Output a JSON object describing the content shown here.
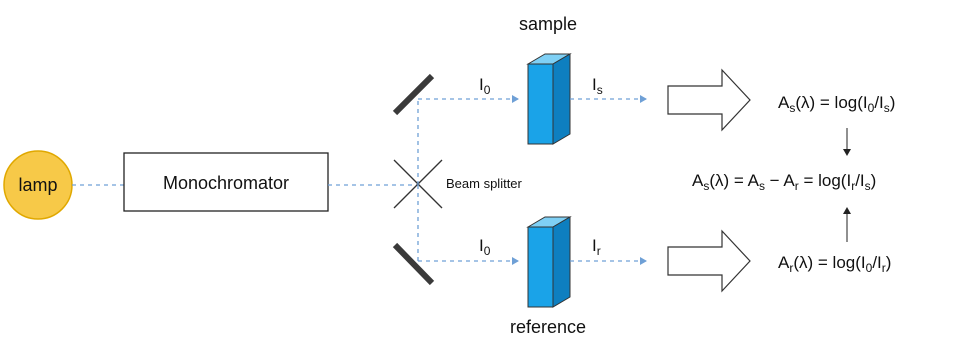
{
  "lamp": {
    "label": "lamp"
  },
  "monochromator": {
    "label": "Monochromator"
  },
  "beam_splitter": {
    "label": "Beam splitter"
  },
  "sample_path": {
    "title": "sample",
    "incident": {
      "main": "I",
      "sub": "0"
    },
    "transmitted": {
      "main": "I",
      "sub": "s"
    }
  },
  "reference_path": {
    "title": "reference",
    "incident": {
      "main": "I",
      "sub": "0"
    },
    "transmitted": {
      "main": "I",
      "sub": "r"
    }
  },
  "equations": {
    "sample": {
      "lhs_main": "A",
      "lhs_sub": "s",
      "lhs_arg": "(λ) = log(I",
      "num_sub": "0",
      "slash": "/I",
      "den_sub": "s",
      "close": ")"
    },
    "result": {
      "lhs_main": "A",
      "lhs_sub": "s",
      "mid1": "(λ) = A",
      "mid1_sub": "s",
      "minus": " − A",
      "minus_sub": "r",
      "rhs": " = log(I",
      "rhs_sub1": "r",
      "slash": "/I",
      "rhs_sub2": "s",
      "close": ")"
    },
    "reference": {
      "lhs_main": "A",
      "lhs_sub": "r",
      "lhs_arg": "(λ) = log(I",
      "num_sub": "0",
      "slash": "/I",
      "den_sub": "r",
      "close": ")"
    }
  },
  "colors": {
    "lamp_fill": "#f7c948",
    "lamp_stroke": "#e0a800",
    "cuvette_front": "#1aa3e8",
    "cuvette_side": "#0e7fc0",
    "cuvette_top": "#7fd0f5",
    "ray": "#6fa0d6",
    "mirror": "#333333"
  }
}
